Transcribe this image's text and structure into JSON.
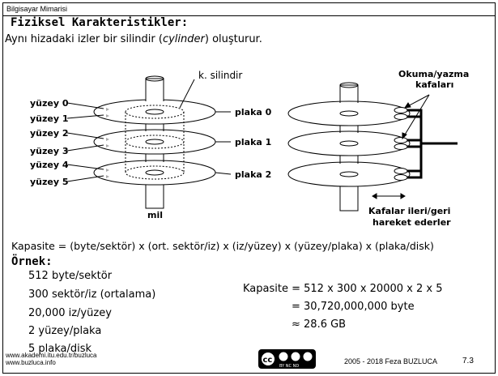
{
  "header": {
    "course": "Bilgisayar Mimarisi"
  },
  "title": "Fiziksel Karakteristikler:",
  "intro": {
    "before": "Aynı hizadaki izler bir silindir (",
    "italic": "cylinder",
    "after": ") oluşturur."
  },
  "diagram": {
    "cylinder_label": "k. silindir",
    "surfaces": [
      "yüzey 0",
      "yüzey 1",
      "yüzey 2",
      "yüzey 3",
      "yüzey 4",
      "yüzey 5"
    ],
    "platters": [
      "plaka 0",
      "plaka 1",
      "plaka 2"
    ],
    "spindle_label": "mil",
    "heads_label_1": "Okuma/yazma",
    "heads_label_2": "kafaları",
    "move_label_1": "Kafalar ileri/geri",
    "move_label_2": "hareket ederler"
  },
  "formula": "Kapasite = (byte/sektör) x (ort. sektör/iz) x (iz/yüzey) x (yüzey/plaka) x (plaka/disk)",
  "example": {
    "label": "Örnek:",
    "items": [
      "512 byte/sektör",
      "300 sektör/iz (ortalama)",
      "20,000 iz/yüzey",
      "2 yüzey/plaka",
      "5 plaka/disk"
    ],
    "calc_1": "Kapasite = 512 x 300 x 20000 x 2 x 5",
    "calc_2": "= 30,720,000,000 byte",
    "calc_3": "≈ 28.6 GB"
  },
  "footer": {
    "url_1": "www.akademi.itu.edu.tr/buzluca",
    "url_2": "www.buzluca.info",
    "copyright": "2005 - 2018  Feza BUZLUCA",
    "page": "7.3",
    "license": "BY NC ND"
  }
}
